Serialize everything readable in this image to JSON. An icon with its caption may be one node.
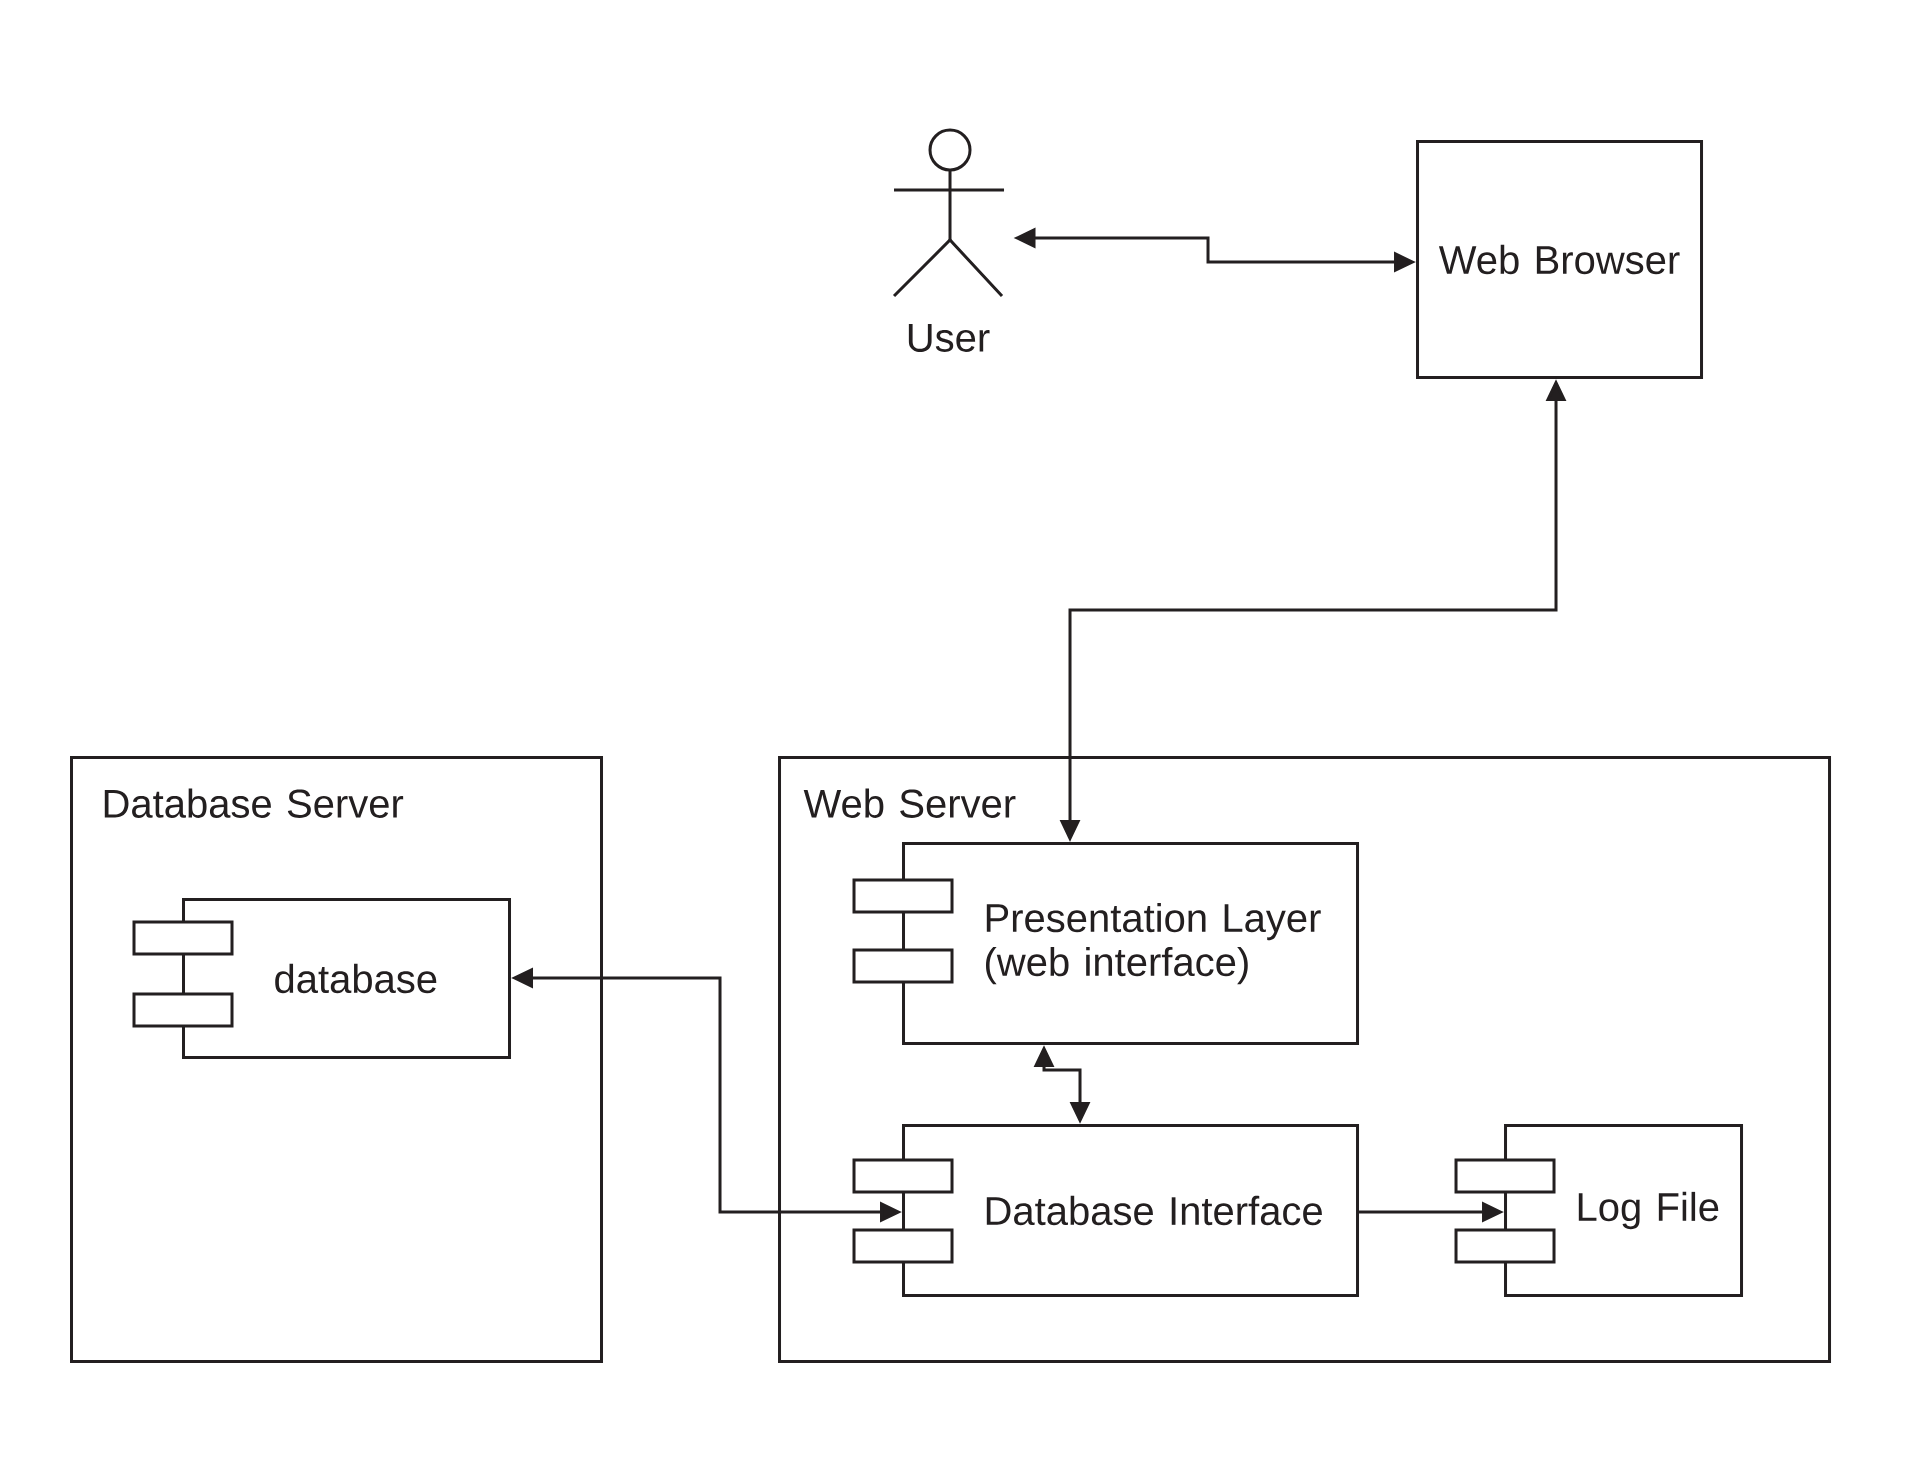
{
  "diagram": {
    "nodes": [
      {
        "text": [
          "User"
        ]
      },
      {
        "text": [
          "Web Browser"
        ]
      },
      {
        "text": [
          "Database Server"
        ]
      },
      {
        "text": [
          "database"
        ],
        "in": 2
      },
      {
        "text": [
          "Web Server"
        ]
      },
      {
        "text": [
          "Presentation Layer (web interface)"
        ],
        "in": 4
      },
      {
        "text": [
          "Database Interface"
        ],
        "in": 4
      },
      {
        "text": [
          "Log File"
        ],
        "in": 4
      }
    ],
    "edges": [
      {
        "from": 0,
        "to": 1,
        "arrow": "both"
      },
      {
        "from": 1,
        "to": 5,
        "arrow": "both"
      },
      {
        "from": 6,
        "to": 3,
        "arrow": "both"
      },
      {
        "from": 5,
        "to": 6,
        "arrow": "both"
      },
      {
        "from": 6,
        "to": 7,
        "arrow": "to"
      }
    ]
  }
}
